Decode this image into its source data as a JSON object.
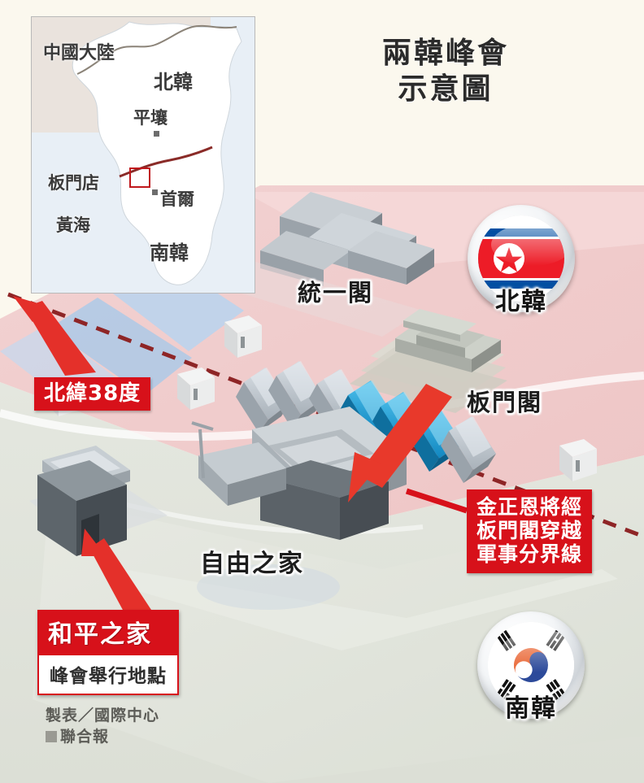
{
  "title": {
    "line1": "兩韓峰會",
    "line2": "示意圖"
  },
  "inset_map": {
    "name": "korea-locator-map",
    "labels": {
      "china": "中國大陸",
      "north_korea": "北韓",
      "pyongyang": "平壤",
      "panmunjom": "板門店",
      "seoul": "首爾",
      "yellow_sea": "黃海",
      "south_korea": "南韓"
    },
    "highlight_box": "板門店"
  },
  "map_labels": {
    "tongilgak": "統一閣",
    "panmungak": "板門閣",
    "freedom_house": "自由之家"
  },
  "callouts": {
    "parallel38": "北緯38度",
    "kim_route": {
      "line1": "金正恩將經",
      "line2": "板門閣穿越",
      "line3": "軍事分界線"
    },
    "peace_house": {
      "title": "和平之家",
      "subtitle": "峰會舉行地點"
    }
  },
  "badges": {
    "north": {
      "label": "北韓",
      "flag": "north-korea-flag"
    },
    "south": {
      "label": "南韓",
      "flag": "south-korea-flag"
    }
  },
  "credit": {
    "line1": "製表／國際中心",
    "line2": "聯合報"
  },
  "colors": {
    "background": "#fbf8ee",
    "callout_red": "#d7111a",
    "north_zone": "#f0cdcd",
    "south_zone": "#dfe2da",
    "mdl_line": "#8e2526",
    "arrow_red": "#e8392b",
    "water_blue": "#9fc3e6",
    "building_gray": "#b9bfc4",
    "hut_blue": "#2fa8dd"
  }
}
